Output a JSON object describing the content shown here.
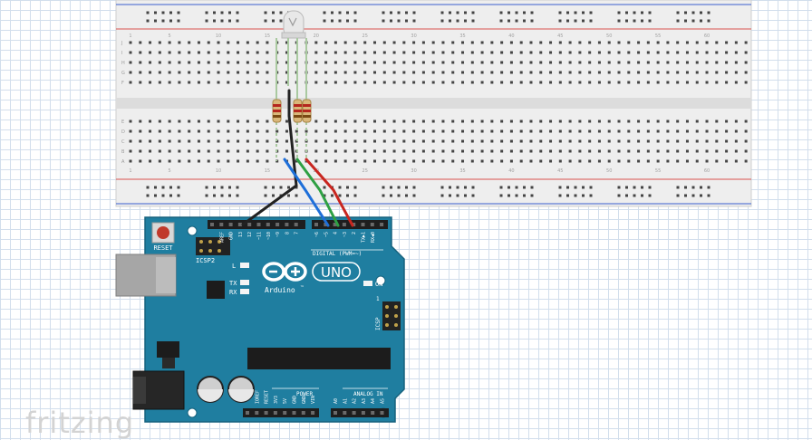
{
  "breadboard": {
    "row_letters_top": [
      "J",
      "I",
      "H",
      "G",
      "F"
    ],
    "row_letters_bottom": [
      "E",
      "D",
      "C",
      "B",
      "A"
    ],
    "column_numbers": [
      "1",
      "5",
      "10",
      "15",
      "20",
      "25",
      "30",
      "35",
      "40",
      "45",
      "50",
      "55",
      "60"
    ]
  },
  "arduino": {
    "reset_label": "RESET",
    "icsp2_label": "ICSP2",
    "l_label": "L",
    "tx_label": "TX",
    "rx_label": "RX",
    "on_label": "ON",
    "uno_label": "UNO",
    "brand_label": "Arduino",
    "trademark": "™",
    "digital_label": "DIGITAL (PWM=~)",
    "icsp_label": "ICSP",
    "icsp_pin1": "1",
    "power_label": "POWER",
    "analog_label": "ANALOG IN",
    "digital_pins": [
      "AREF",
      "GND",
      "13",
      "12",
      "~11",
      "~10",
      "~9",
      "8",
      "7",
      "~6",
      "~5",
      "4",
      "~3",
      "2",
      "TX▶1",
      "RX◀0"
    ],
    "power_pins": [
      "IOREF",
      "RESET",
      "3V3",
      "5V",
      "GND",
      "GND",
      "VIN"
    ],
    "analog_pins": [
      "A0",
      "A1",
      "A2",
      "A3",
      "A4",
      "A5"
    ]
  },
  "wires": [
    {
      "name": "gnd-wire",
      "color": "#222222"
    },
    {
      "name": "blue-wire",
      "color": "#1e6fd9"
    },
    {
      "name": "green-wire",
      "color": "#2ea043"
    },
    {
      "name": "red-wire",
      "color": "#c8261f"
    }
  ],
  "watermark": "fritzing",
  "colors": {
    "board": "#1f7ea0",
    "board_edge": "#16627e",
    "breadboard": "#efefef",
    "rail_red": "#d9534f",
    "rail_blue": "#3a5fcd"
  }
}
